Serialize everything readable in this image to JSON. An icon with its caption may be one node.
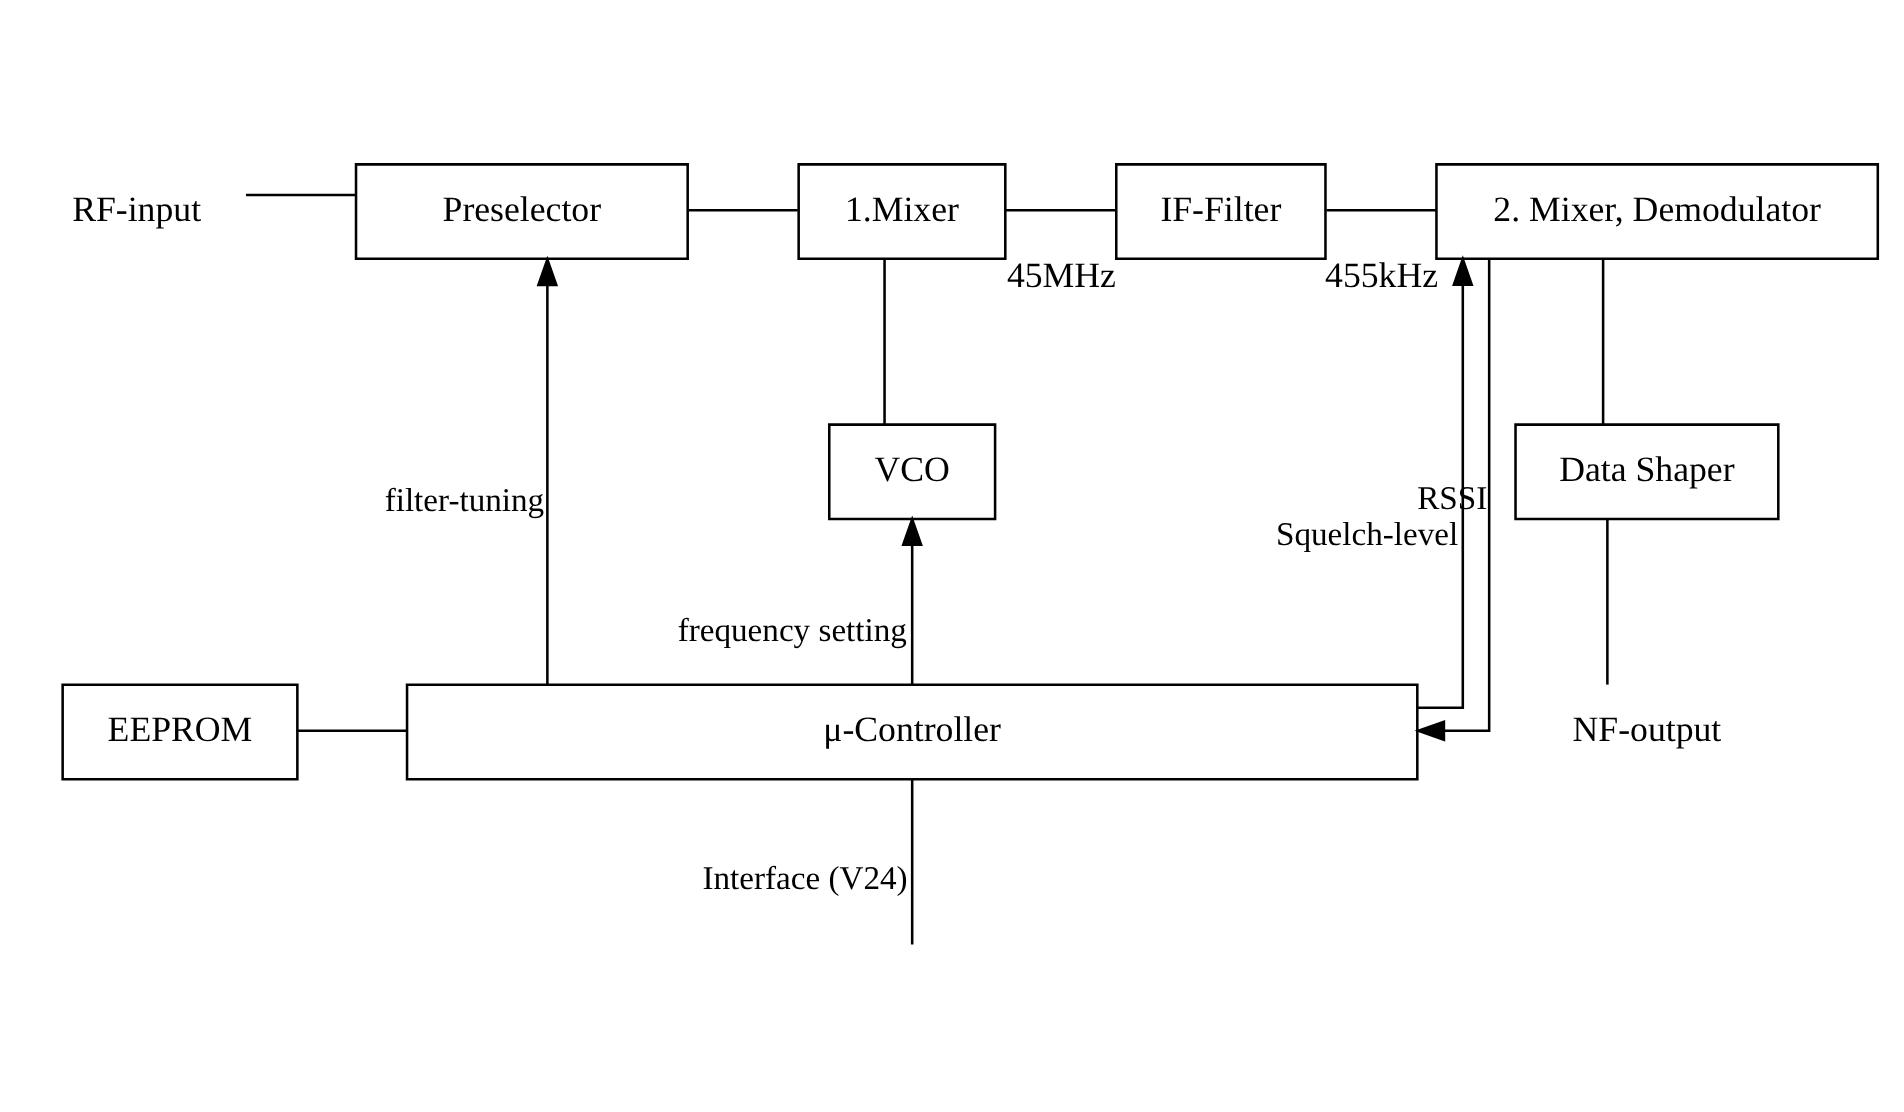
{
  "diagram": {
    "nodes": [
      {
        "text": [
          "RF-input"
        ]
      },
      {
        "text": [
          "Preselector"
        ]
      },
      {
        "text": [
          "1.Mixer"
        ]
      },
      {
        "text": [
          "IF-Filter"
        ],
        "beside": [
          "45MHz"
        ]
      },
      {
        "text": [
          "2. Mixer, Demodulator"
        ],
        "beside": [
          "455kHz"
        ]
      },
      {
        "text": [
          "VCO"
        ]
      },
      {
        "text": [
          "Data Shaper"
        ]
      },
      {
        "text": [
          "EEPROM"
        ]
      },
      {
        "text": [
          "μ-Controller"
        ]
      },
      {
        "text": [
          "NF-output"
        ]
      }
    ],
    "edges": [
      {
        "from": 0,
        "to": 1,
        "arrow": "none"
      },
      {
        "from": 1,
        "to": 2,
        "arrow": "none"
      },
      {
        "from": 2,
        "to": 3,
        "arrow": "none"
      },
      {
        "from": 3,
        "to": 4,
        "arrow": "none"
      },
      {
        "from": 2,
        "to": 5,
        "arrow": "none"
      },
      {
        "from": 8,
        "to": 1,
        "arrow": "to",
        "label": "filter-tuning"
      },
      {
        "from": 8,
        "to": 5,
        "arrow": "to",
        "label": "frequency setting"
      },
      {
        "from": 8,
        "to": 4,
        "arrow": "to",
        "label": "Squelch-level"
      },
      {
        "from": 4,
        "to": 8,
        "arrow": "to",
        "label": "RSSI"
      },
      {
        "from": 4,
        "to": 6,
        "arrow": "none"
      },
      {
        "from": 6,
        "to": 9,
        "arrow": "none"
      },
      {
        "from": 7,
        "to": 8,
        "arrow": "none"
      },
      {
        "from": 8,
        "to": null,
        "arrow": "none",
        "label": "Interface (V24)"
      }
    ]
  }
}
